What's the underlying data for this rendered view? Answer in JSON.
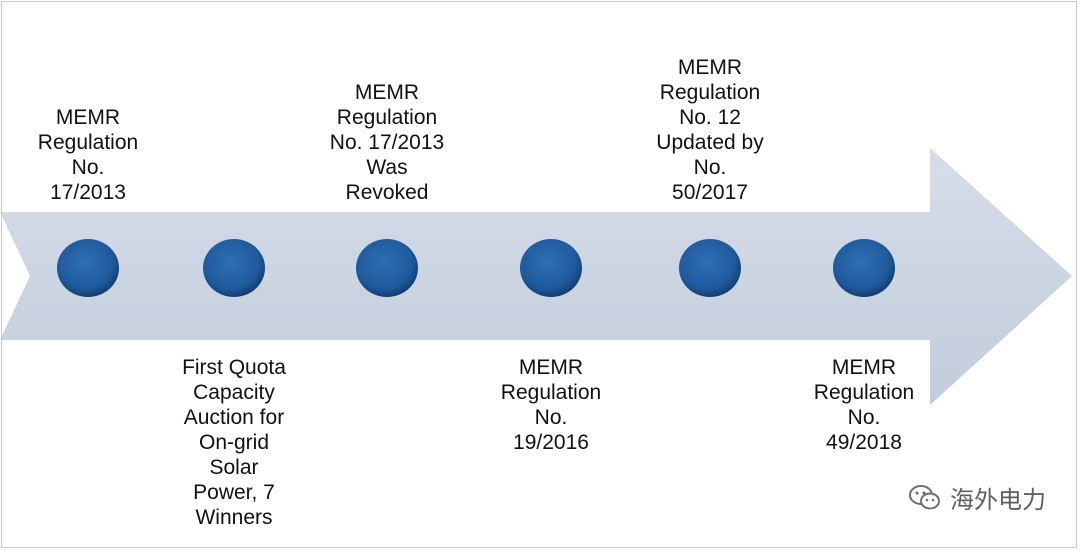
{
  "timeline": {
    "events": [
      {
        "position": "above",
        "text": "MEMR Regulation No. 17/2013",
        "lines": [
          "MEMR",
          "Regulation",
          "No.",
          "17/2013"
        ]
      },
      {
        "position": "below",
        "text": "First Quota Capacity Auction for On-grid Solar Power, 7 Winners",
        "lines": [
          "First Quota",
          "Capacity",
          "Auction for",
          "On-grid",
          "Solar",
          "Power, 7",
          "Winners"
        ]
      },
      {
        "position": "above",
        "text": "MEMR Regulation No. 17/2013 Was Revoked",
        "lines": [
          "MEMR",
          "Regulation",
          "No. 17/2013",
          "Was",
          "Revoked"
        ]
      },
      {
        "position": "below",
        "text": "MEMR Regulation No. 19/2016",
        "lines": [
          "MEMR",
          "Regulation",
          "No.",
          "19/2016"
        ]
      },
      {
        "position": "above",
        "text": "MEMR Regulation No. 12 Updated by No. 50/2017",
        "lines": [
          "MEMR",
          "Regulation",
          "No. 12",
          "Updated by",
          "No.",
          "50/2017"
        ]
      },
      {
        "position": "below",
        "text": "MEMR Regulation No. 49/2018",
        "lines": [
          "MEMR",
          "Regulation",
          "No.",
          "49/2018"
        ]
      }
    ]
  },
  "watermark": {
    "text": "海外电力",
    "icon": "wechat-icon"
  },
  "colors": {
    "arrow": "#c9d3e0",
    "dot": "#1f5a9c",
    "dot_dark": "#123f74",
    "text": "#111111"
  }
}
